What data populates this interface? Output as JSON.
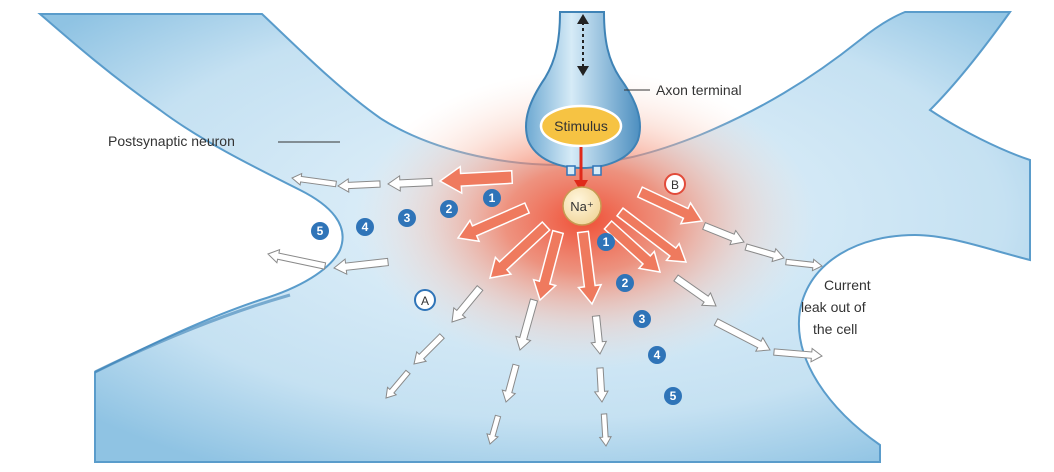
{
  "labels": {
    "postsynaptic": "Postsynaptic neuron",
    "axon_terminal": "Axon terminal",
    "stimulus": "Stimulus",
    "na_ion": "Na⁺",
    "leak_line1": "Current",
    "leak_line2": "leak out of",
    "leak_line3": "the cell"
  },
  "markers": {
    "a": "A",
    "b": "B"
  },
  "steps": {
    "left": [
      "1",
      "2",
      "3",
      "4",
      "5"
    ],
    "down": [
      "1",
      "2",
      "3",
      "4",
      "5"
    ]
  },
  "colors": {
    "neuron_fill": "#c9e3f3",
    "neuron_edge": "#4f94c4",
    "glow": "#f05a3a",
    "stimulus_fill": "#f6c343",
    "step_badge": "#2f74b8",
    "marker_b": "#e24b3a"
  }
}
